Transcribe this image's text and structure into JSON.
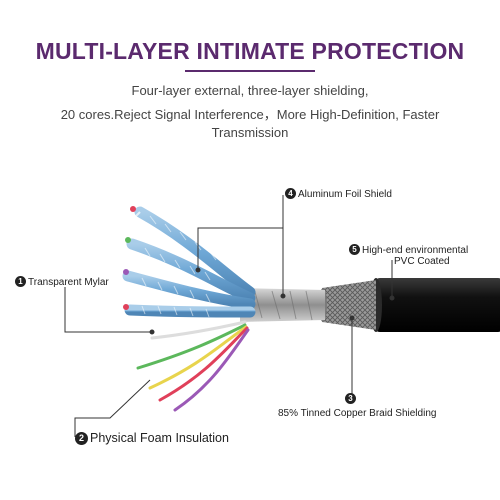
{
  "header": {
    "title": "MULTI-LAYER INTIMATE PROTECTION",
    "line1": "Four-layer external, three-layer shielding,",
    "line2": "20 cores.Reject Signal Interference，More High-Definition, Faster",
    "line3": "Transmission"
  },
  "callouts": [
    {
      "num": "1",
      "text": "Transparent Mylar"
    },
    {
      "num": "2",
      "text": "Physical Foam Insulation"
    },
    {
      "num": "3",
      "text": "85% Tinned Copper Braid Shielding"
    },
    {
      "num": "4",
      "text": "Aluminum Foil Shield"
    },
    {
      "num": "5",
      "text": "High-end environmental",
      "text2": "PVC Coated"
    }
  ],
  "colors": {
    "title": "#5b2a6e",
    "jacket": "#1a1a1a",
    "foil": "#6fa8d6",
    "wire_green": "#5cb85c",
    "wire_yellow": "#e8d44d",
    "wire_red": "#e0405a",
    "wire_purple": "#9b59b6",
    "wire_white": "#eeeeee"
  }
}
